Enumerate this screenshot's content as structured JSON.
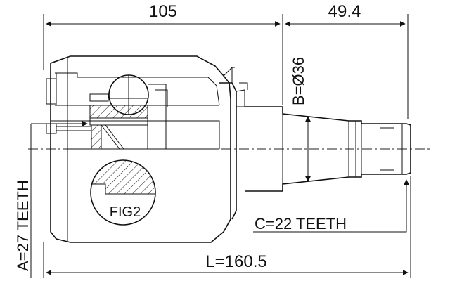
{
  "dimensions": {
    "top_left": "105",
    "top_right": "49.4",
    "shaft_diameter": "B=Ø36",
    "spline_c": "C=22 TEETH",
    "spline_a": "A=27 TEETH",
    "overall_length": "L=160.5"
  },
  "labels": {
    "detail": "FIG2"
  }
}
